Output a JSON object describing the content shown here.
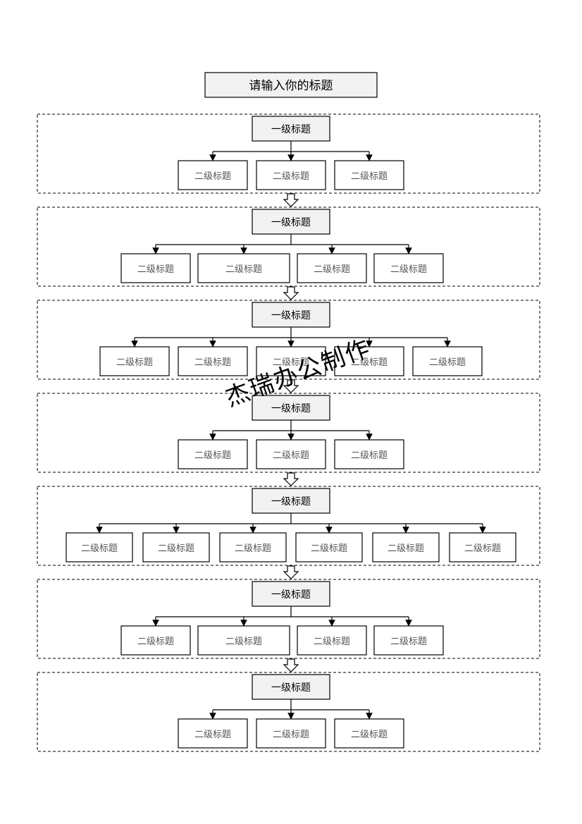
{
  "title": "请输入你的标题",
  "watermark": "杰瑞办公制作",
  "sections": [
    {
      "level1": "一级标题",
      "children": [
        "二级标题",
        "二级标题",
        "二级标题"
      ]
    },
    {
      "level1": "一级标题",
      "children": [
        "二级标题",
        "二级标题",
        "二级标题",
        "二级标题"
      ]
    },
    {
      "level1": "一级标题",
      "children": [
        "二级标题",
        "二级标题",
        "二级标题",
        "二级标题",
        "二级标题"
      ]
    },
    {
      "level1": "一级标题",
      "children": [
        "二级标题",
        "二级标题",
        "二级标题"
      ]
    },
    {
      "level1": "一级标题",
      "children": [
        "二级标题",
        "二级标题",
        "二级标题",
        "二级标题",
        "二级标题",
        "二级标题"
      ]
    },
    {
      "level1": "一级标题",
      "children": [
        "二级标题",
        "二级标题",
        "二级标题",
        "二级标题"
      ]
    },
    {
      "level1": "一级标题",
      "children": [
        "二级标题",
        "二级标题",
        "二级标题"
      ]
    }
  ]
}
